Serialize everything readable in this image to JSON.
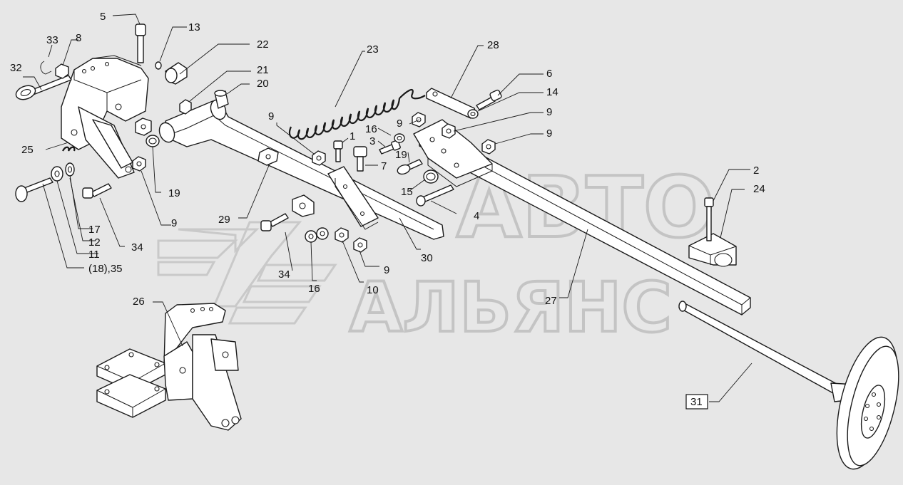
{
  "watermark": {
    "line1": "АВТО",
    "line2": "АЛЬЯНС"
  },
  "callouts": [
    {
      "key": "c5",
      "text": "5"
    },
    {
      "key": "c13",
      "text": "13"
    },
    {
      "key": "c33",
      "text": "33"
    },
    {
      "key": "c8",
      "text": "8"
    },
    {
      "key": "c22",
      "text": "22"
    },
    {
      "key": "c32",
      "text": "32"
    },
    {
      "key": "c21",
      "text": "21"
    },
    {
      "key": "c20",
      "text": "20"
    },
    {
      "key": "c23",
      "text": "23"
    },
    {
      "key": "c28",
      "text": "28"
    },
    {
      "key": "c6",
      "text": "6"
    },
    {
      "key": "c14",
      "text": "14"
    },
    {
      "key": "c9a",
      "text": "9"
    },
    {
      "key": "c9b",
      "text": "9"
    },
    {
      "key": "c9c",
      "text": "9"
    },
    {
      "key": "c9d",
      "text": "9"
    },
    {
      "key": "c9e",
      "text": "9"
    },
    {
      "key": "c9f",
      "text": "9"
    },
    {
      "key": "c1",
      "text": "1"
    },
    {
      "key": "c16a",
      "text": "16"
    },
    {
      "key": "c3",
      "text": "3"
    },
    {
      "key": "c7",
      "text": "7"
    },
    {
      "key": "c19a",
      "text": "19"
    },
    {
      "key": "c19b",
      "text": "19"
    },
    {
      "key": "c15",
      "text": "15"
    },
    {
      "key": "c4",
      "text": "4"
    },
    {
      "key": "c25",
      "text": "25"
    },
    {
      "key": "c2",
      "text": "2"
    },
    {
      "key": "c24",
      "text": "24"
    },
    {
      "key": "c17",
      "text": "17"
    },
    {
      "key": "c12",
      "text": "12"
    },
    {
      "key": "c11",
      "text": "11"
    },
    {
      "key": "c18_35",
      "text": "(18),35"
    },
    {
      "key": "c34a",
      "text": "34"
    },
    {
      "key": "c34b",
      "text": "34"
    },
    {
      "key": "c29",
      "text": "29"
    },
    {
      "key": "c30",
      "text": "30"
    },
    {
      "key": "c16b",
      "text": "16"
    },
    {
      "key": "c10",
      "text": "10"
    },
    {
      "key": "c26",
      "text": "26"
    },
    {
      "key": "c27",
      "text": "27"
    },
    {
      "key": "c31",
      "text": "31"
    }
  ],
  "colors": {
    "background": "#e7e7e7",
    "line": "#1a1a1a",
    "watermark": "#c4c4c4"
  }
}
